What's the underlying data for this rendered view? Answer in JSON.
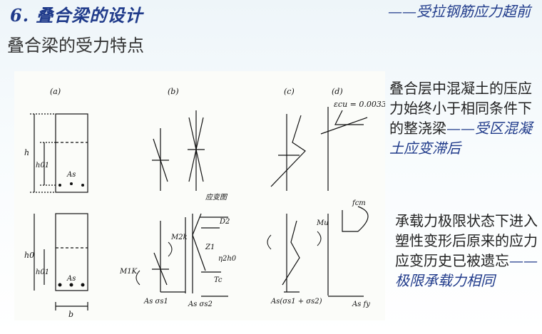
{
  "slide": {
    "title": "6. 叠合梁的设计",
    "subtitle": "叠合梁的受力特点",
    "tag": "——受拉钢筋应力超前"
  },
  "note1": {
    "plain": "叠合层中混凝土的压应力始终小于相同条件下的整浇梁",
    "emph": "——受区混凝土应变滞后"
  },
  "note2": {
    "plain": "承载力极限状态下进入塑性变形后原来的应力应变历史已被遗忘",
    "emph": "——极限承载力相同"
  },
  "figure": {
    "label_a": "(a)",
    "label_b": "(b)",
    "label_c": "(c)",
    "label_d": "(d)",
    "ecu": "εcu = 0.0033",
    "h": "h",
    "h01": "h01",
    "h0": "h0",
    "As": "As",
    "b": "b",
    "strain_caption": "应变图",
    "M2k": "M2k",
    "D2": "D2",
    "Z1": "Z1",
    "eta2h0": "η2h0",
    "Tc": "Tc",
    "M1k": "M1K",
    "As_s1": "As σs1",
    "As_s2": "As σs2",
    "As_sum": "As(σs1 + σs2)",
    "fcm": "fcm",
    "Mu": "Mu",
    "Asfy": "As fy"
  }
}
